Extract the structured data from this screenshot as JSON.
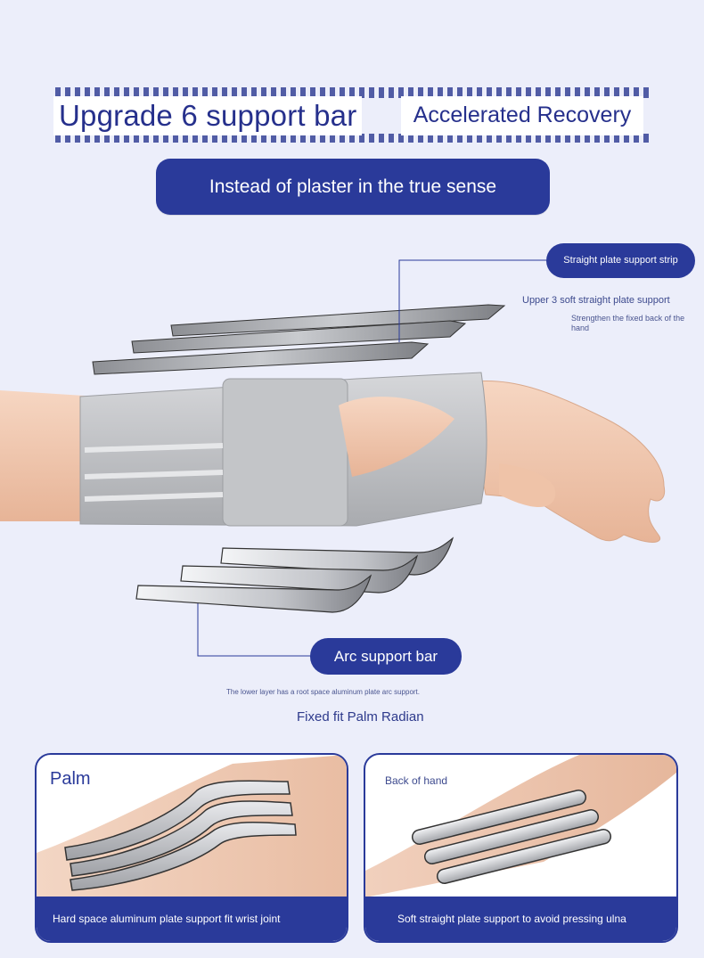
{
  "header": {
    "title_left": "Upgrade 6 support bar",
    "title_right": "Accelerated Recovery",
    "subtitle": "Instead of plaster in the true sense"
  },
  "callouts": {
    "strip_pill": "Straight plate support strip",
    "upper_label": "Upper 3 soft straight plate support",
    "strengthen_note": "Strengthen the fixed back of the hand",
    "arc_pill": "Arc support bar",
    "lower_note": "The lower layer has a root space aluminum plate arc support.",
    "fixed_fit": "Fixed fit Palm Radian"
  },
  "cards": {
    "left": {
      "title": "Palm",
      "caption": "Hard space aluminum plate support fit wrist joint"
    },
    "right": {
      "title": "Back of hand",
      "caption": "Soft straight plate support to avoid pressing ulna"
    }
  },
  "colors": {
    "accent": "#2a3a9a",
    "background": "#eceefa",
    "skin": "#f2cdb6",
    "brace": "#c9cacd",
    "metal": "#a9abb0"
  }
}
